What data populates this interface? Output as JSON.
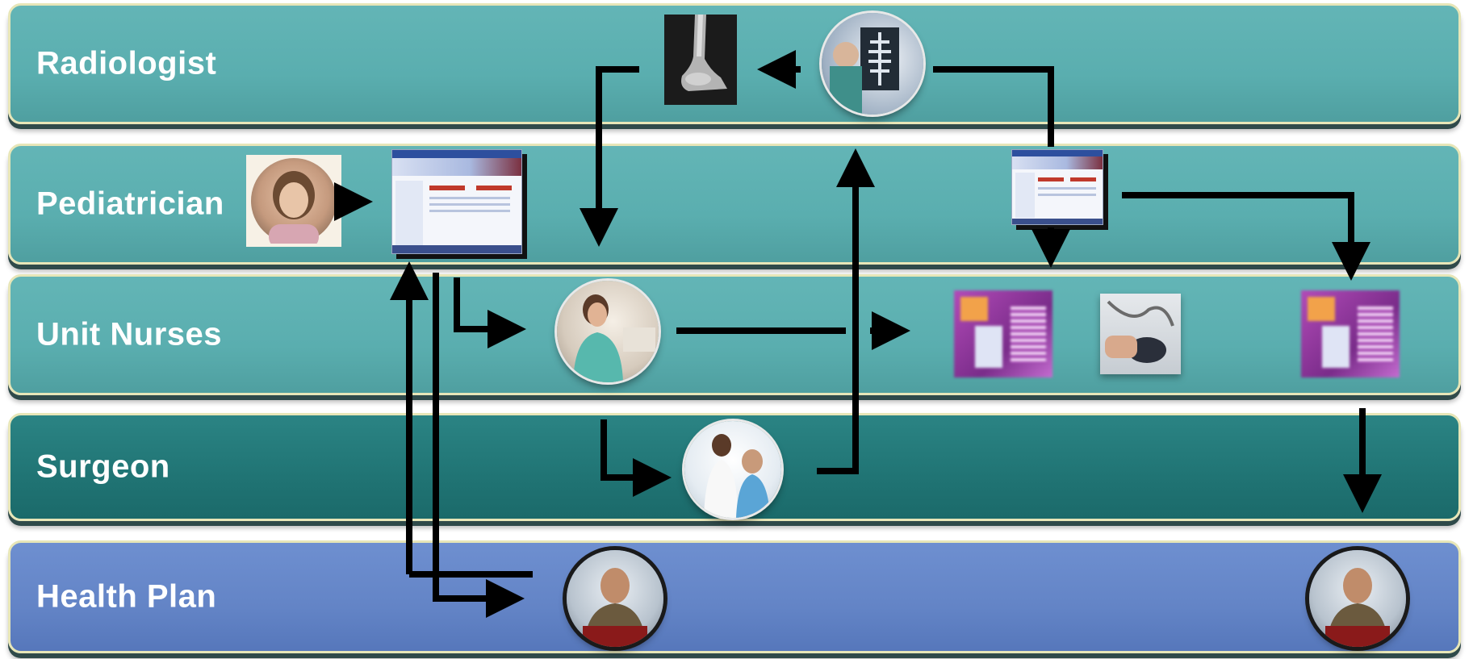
{
  "lanes": [
    {
      "label": "Radiologist"
    },
    {
      "label": "Pediatrician"
    },
    {
      "label": "Unit Nurses"
    },
    {
      "label": "Surgeon"
    },
    {
      "label": "Health Plan"
    }
  ],
  "colors": {
    "lane_teal": "#5aaeaf",
    "lane_surgeon": "#207474",
    "lane_health_plan": "#6384c6",
    "arrow": "#000000"
  }
}
